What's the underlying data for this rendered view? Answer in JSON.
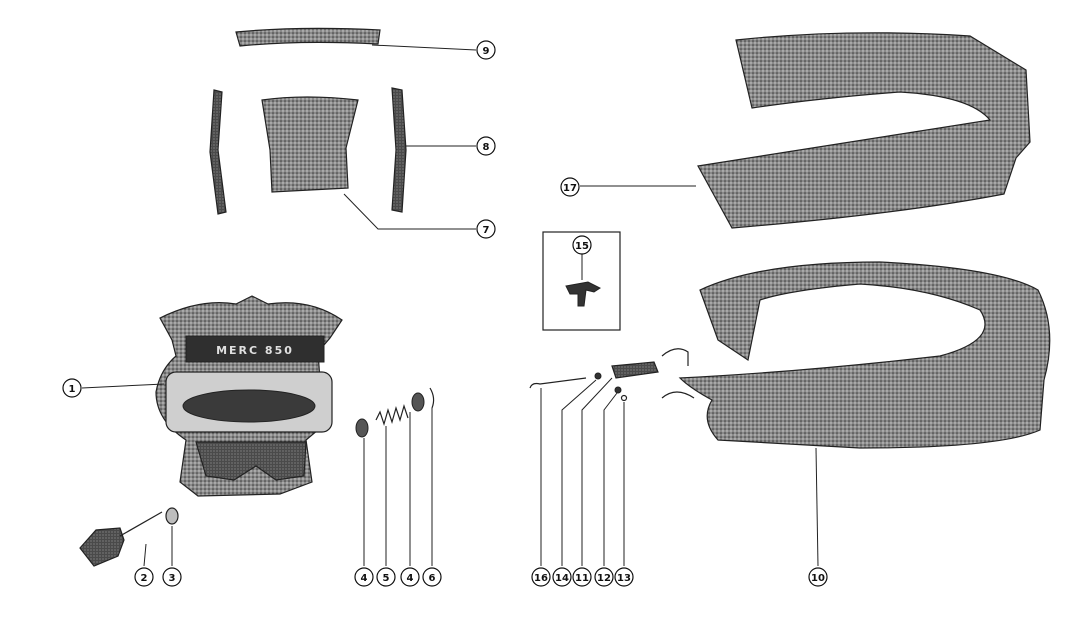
{
  "callouts": {
    "c1": "1",
    "c2": "2",
    "c3": "3",
    "c4a": "4",
    "c5": "5",
    "c4b": "4",
    "c6": "6",
    "c7": "7",
    "c8": "8",
    "c9": "9",
    "c10": "10",
    "c11": "11",
    "c12": "12",
    "c13": "13",
    "c14": "14",
    "c15": "15",
    "c16": "16",
    "c17": "17"
  },
  "labels": {
    "panel_text": "MERC 850"
  },
  "colors": {
    "ink": "#222222",
    "stipple": "#555555",
    "background": "#ffffff"
  }
}
